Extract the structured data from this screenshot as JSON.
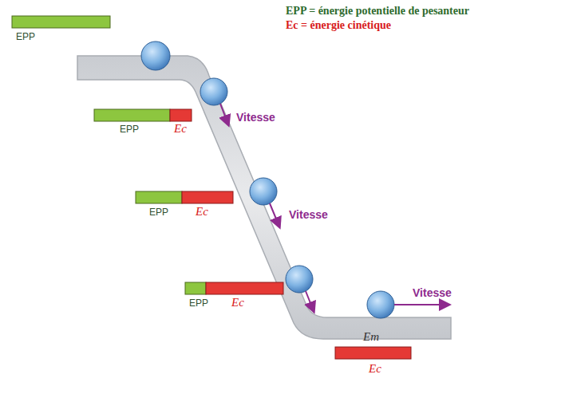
{
  "diagram": {
    "labels": [
      "EPP",
      "EPP",
      "Ec",
      "Vitesse",
      "EPP",
      "Ec",
      "Vitesse",
      "EPP",
      "Ec",
      "Vitesse",
      "Em",
      "Ec"
    ],
    "legend": [
      {
        "text": "EPP = énergie potentielle de pesanteur"
      },
      {
        "text": "Ec = énergie cinétique"
      }
    ]
  }
}
